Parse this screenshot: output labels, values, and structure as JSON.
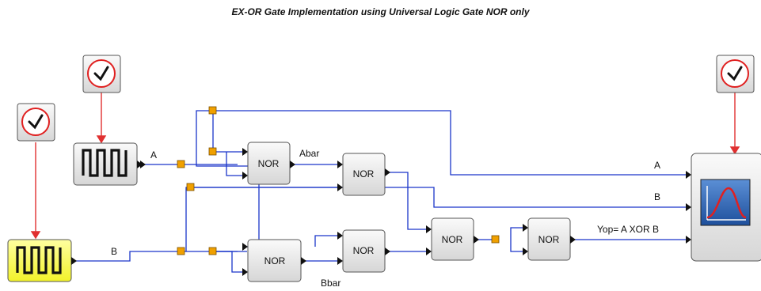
{
  "title": "EX-OR Gate Implementation using Universal Logic Gate NOR only",
  "gates": {
    "nor1": "NOR",
    "nor2": "NOR",
    "nor3": "NOR",
    "nor4": "NOR",
    "nor5": "NOR",
    "nor6": "NOR"
  },
  "signals": {
    "a_in": "A",
    "b_in": "B",
    "abar": "Abar",
    "bbar": "Bbar",
    "scope_a": "A",
    "scope_b": "B",
    "scope_y": "Yop= A XOR B"
  },
  "blocks": {
    "clock_icon": "clock-icon",
    "pulse_icon": "square-wave-icon",
    "scope_icon": "scope-icon"
  },
  "colors": {
    "link": "#1a35c9",
    "event_link": "#e03030",
    "split_point": "#f0a000",
    "pulse_b_fill": "#ffff55",
    "block_fill": "#e8e8e8"
  }
}
